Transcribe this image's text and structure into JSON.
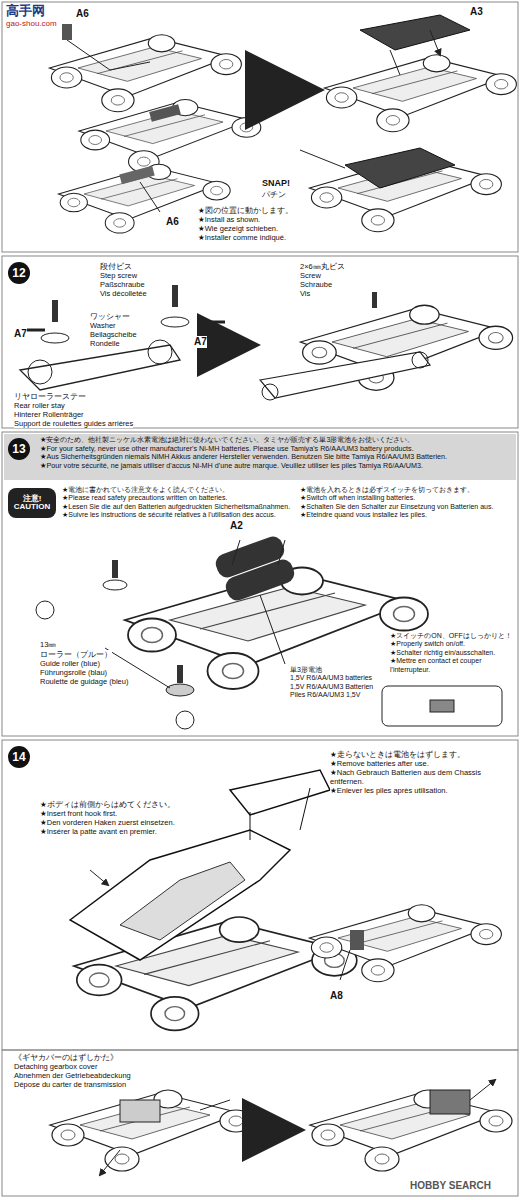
{
  "diagram": {
    "nodes": [
      {
        "text": [
          "12"
        ]
      },
      {
        "text": [
          "13"
        ]
      },
      {
        "text": [
          "注意!",
          "CAUTION"
        ]
      },
      {
        "text": [
          "14"
        ]
      }
    ],
    "labels": [
      "高手网",
      "gao-shou.com",
      "A6",
      "A3",
      "A6",
      "SNAP!",
      "パチン",
      "★図の位置に動かします。",
      "★Install as shown.",
      "★Wie gezeigt schieben.",
      "★Installer comme indiqué.",
      "段付ビス",
      "Step screw",
      "Paßschraube",
      "Vis décolletée",
      "2×6㎜丸ビス",
      "Screw",
      "Schraube",
      "Vis",
      "A7",
      "ワッシャー",
      "Washer",
      "Beilagscheibe",
      "Rondelle",
      "A7",
      "リヤローラーステー",
      "Rear roller stay",
      "Hinterer Rollenträger",
      "Support de roulettes guides arrières",
      "★安全のため、他社製ニッケル水素電池は絶対に使わないでください。タミヤが販売する単3形電池をお使いください。",
      "★For your safety, never use other manufacturer's Ni-MH batteries. Please use Tamiya's R6/AA/UM3 battery products.",
      "★Aus Sicherheitsgründen niemals NiMH Akkus anderer Hersteller verwenden. Benutzen Sie bitte Tamiya R6/AA/UM3 Batterien.",
      "★Pour votre sécurité, ne jamais utiliser d'accus Ni-MH d'une autre marque. Veuillez utiliser les piles Tamiya R6/AA/UM3.",
      "★電池に書かれている注意文をよく読んでください。",
      "★Please read safety precautions written on batteries.",
      "★Lesen Sie die auf den Batterien aufgedruckten Sicherheitsmaßnahmen.",
      "★Suivre les instructions de sécurité relatives à l'utilisation des accus.",
      "★電池を入れるときは必ずスイッチを切っておきます。",
      "★Switch off when installing batteries.",
      "★Schalten Sie den Schalter zur Einsetzung von Batterien aus.",
      "★Eteindre quand vous installez les piles.",
      "A2",
      "13㎜",
      "ローラー（ブルー）",
      "Guide roller (blue)",
      "Führungsrolle (blau)",
      "Roulette de guidage (bleu)",
      "単3形電池",
      "1,5V R6/AA/UM3 batteries",
      "1,5V R6/AA/UM3 Batterien",
      "Piles R6/AA/UM3 1,5V",
      "★スイッチのON、OFFはしっかりと！",
      "★Properly switch on/off.",
      "★Schalter richtig ein/ausschalten.",
      "★Mettre en contact et couper l'interrupteur.",
      "★ボディは前側からはめてください。",
      "★Insert front hook first.",
      "★Den vorderen Haken zuerst einsetzen.",
      "★Insérer la patte avant en premier.",
      "★走らないときは電池をはずします。",
      "★Remove batteries after use.",
      "★Nach Gebrauch Batterien aus dem Chassis entfernen.",
      "★Enlever les piles après utilisation.",
      "A8",
      "《ギヤカバーのはずしかた》",
      "Detaching gearbox cover",
      "Abnehmen der Getriebeabdeckung",
      "Dépose du carter de transmission",
      "HOBBY SEARCH"
    ]
  }
}
